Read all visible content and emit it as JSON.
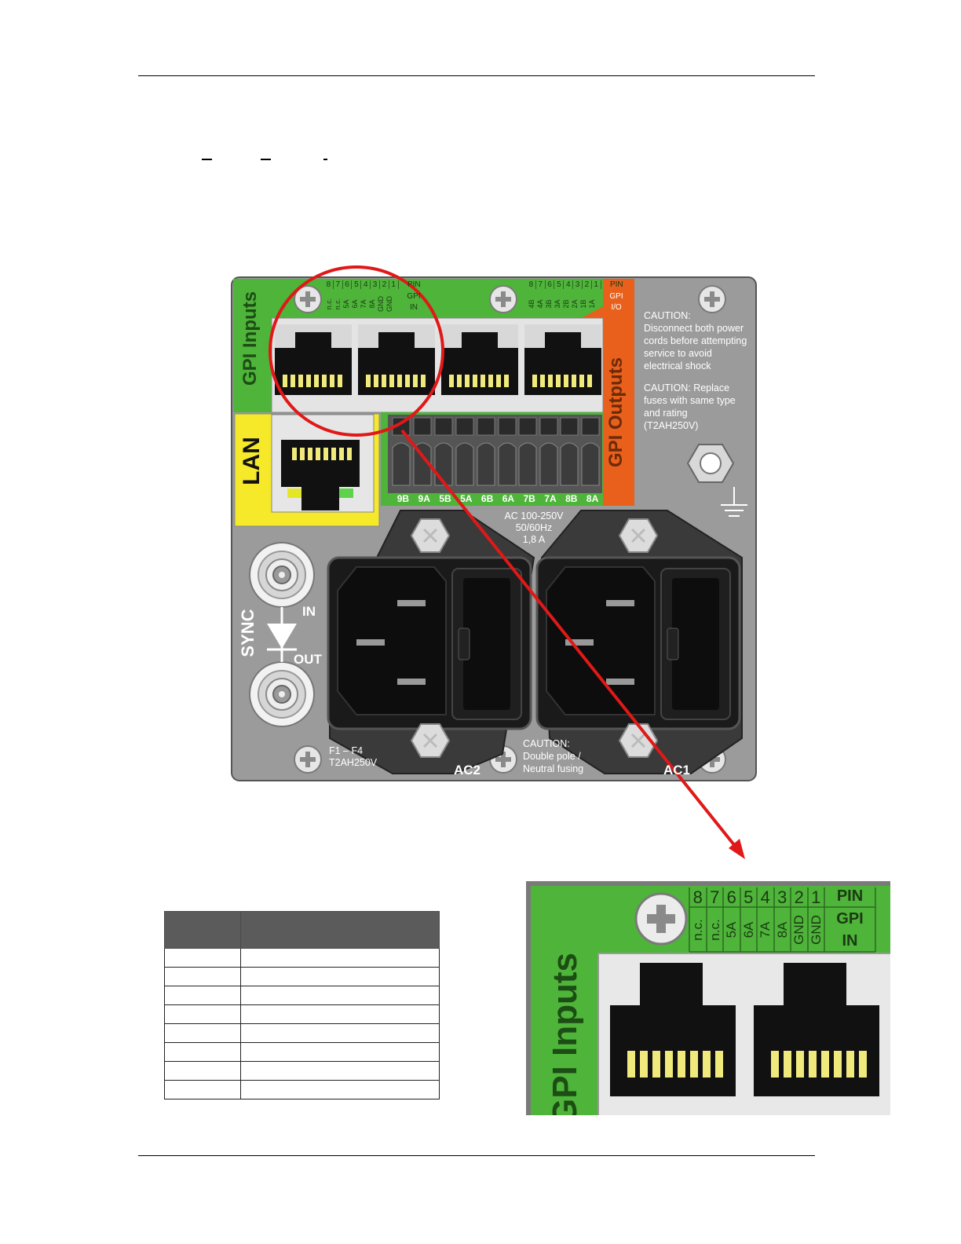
{
  "panel": {
    "gpi_inputs_label": "GPI Inputs",
    "gpi_outputs_label": "GPI Outputs",
    "lan_label": "LAN",
    "sync_label": "SYNC",
    "sync_in": "IN",
    "sync_out": "OUT",
    "pin_header_in": [
      "PIN",
      "GPI",
      "IN"
    ],
    "pin_header_io": [
      "PIN",
      "GPI",
      "I/O"
    ],
    "pin_numbers": [
      "8",
      "7",
      "6",
      "5",
      "4",
      "3",
      "2",
      "1"
    ],
    "gpi_in_signals": [
      "n.c.",
      "n.c.",
      "5A",
      "6A",
      "7A",
      "8A",
      "GND",
      "GND"
    ],
    "gpi_io_signals": [
      "4B",
      "4A",
      "3B",
      "3A",
      "2B",
      "2A",
      "1B",
      "1A"
    ],
    "terminal_labels": [
      "9B",
      "9A",
      "5B",
      "5A",
      "6B",
      "6A",
      "7B",
      "7A",
      "8B",
      "8A"
    ],
    "caution_1": [
      "CAUTION:",
      "Disconnect both power",
      "cords before attempting",
      "service to avoid",
      "electrical shock"
    ],
    "caution_2": [
      "CAUTION: Replace",
      "fuses with same type",
      "and rating",
      "(T2AH250V)"
    ],
    "ac_rating": [
      "AC 100-250V",
      "50/60Hz",
      "1,8 A"
    ],
    "fuse_label": [
      "F1 – F4",
      "T2AH250V"
    ],
    "caution_3": [
      "CAUTION:",
      "Double pole /",
      "Neutral fusing"
    ],
    "ac2_label": "AC2",
    "ac1_label": "AC1"
  },
  "zoom": {
    "gpi_inputs_label": "GPI Inputs",
    "pin_numbers": [
      "8",
      "7",
      "6",
      "5",
      "4",
      "3",
      "2",
      "1"
    ],
    "signals": [
      "n.c.",
      "n.c.",
      "5A",
      "6A",
      "7A",
      "8A",
      "GND",
      "GND"
    ],
    "pin_header": [
      "PIN",
      "GPI",
      "IN"
    ]
  },
  "table": {
    "headers": [
      "",
      ""
    ],
    "rows": [
      [
        "",
        ""
      ],
      [
        "",
        ""
      ],
      [
        "",
        ""
      ],
      [
        "",
        ""
      ],
      [
        "",
        ""
      ],
      [
        "",
        ""
      ],
      [
        "",
        ""
      ],
      [
        "",
        ""
      ]
    ]
  },
  "colors": {
    "green": "#4eb43a",
    "orange": "#e8601c",
    "yellow": "#f5e92a",
    "panel_grey": "#999999",
    "highlight_red": "#e01818"
  }
}
